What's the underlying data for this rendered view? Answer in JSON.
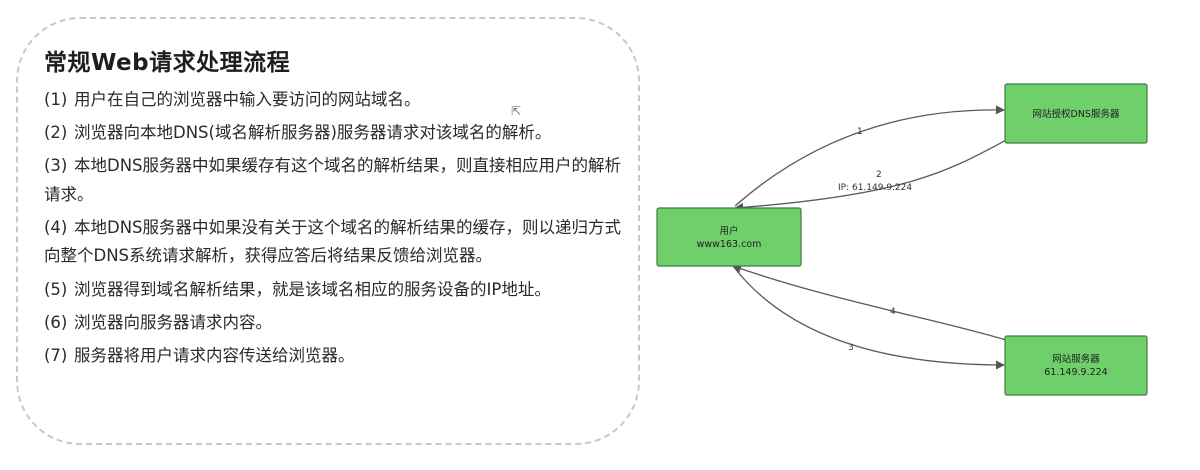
{
  "left_panel": {
    "title": "常规Web请求处理流程",
    "steps": [
      {
        "num": "(1)",
        "text": "用户在自己的浏览器中输入要访问的网站域名。"
      },
      {
        "num": "(2)",
        "text": "浏览器向本地DNS(域名解析服务器)服务器请求对该域名的解析。"
      },
      {
        "num": "(3)",
        "text": "本地DNS服务器中如果缓存有这个域名的解析结果，则直接相应用户的解析请求。"
      },
      {
        "num": "(4)",
        "text": "本地DNS服务器中如果没有关于这个域名的解析结果的缓存，则以递归方式向整个DNS系统请求解析，获得应答后将结果反馈给浏览器。"
      },
      {
        "num": "(5)",
        "text": "浏览器得到域名解析结果，就是该域名相应的服务设备的IP地址。"
      },
      {
        "num": "(6)",
        "text": "浏览器向服务器请求内容。"
      },
      {
        "num": "(7)",
        "text": "服务器将用户请求内容传送给浏览器。"
      }
    ]
  },
  "diagram": {
    "nodes": {
      "user": {
        "line1": "用户",
        "line2": "www163.com"
      },
      "dns": {
        "line1": "网站授权DNS服务器",
        "line2": ""
      },
      "server": {
        "line1": "网站服务器",
        "line2": "61.149.9.224"
      }
    },
    "edges": {
      "e1": {
        "label": "1"
      },
      "e2": {
        "label": "2",
        "sublabel": "IP: 61.149.9.224"
      },
      "e3": {
        "label": "3"
      },
      "e4": {
        "label": "4"
      }
    },
    "node_color": "#6fcf6b",
    "node_border": "#3f7d3b",
    "edge_color": "#5a5a5a"
  },
  "cursor_icon": "mouse-pointer-icon"
}
